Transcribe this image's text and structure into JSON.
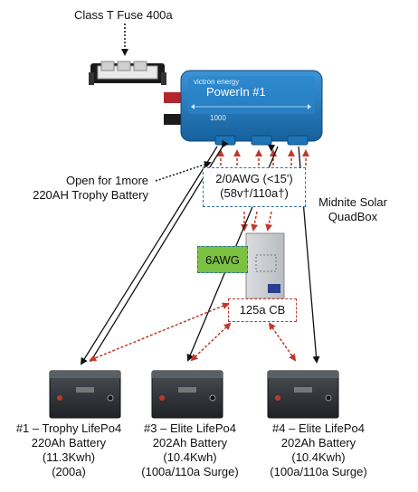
{
  "labels": {
    "fuse": "Class T Fuse 400a",
    "powerin_title": "PowerIn #1",
    "powerin_small": "1000",
    "powerin_brand": "victron energy",
    "open_slot_line1": "Open for 1more",
    "open_slot_line2": "220AH Trophy Battery",
    "cable_line1": "2/0AWG (<15')",
    "cable_line2": "(58v†/110a†)",
    "quadbox_line1": "Midnite Solar",
    "quadbox_line2": "QuadBox",
    "awg6": "6AWG",
    "cb": "125a CB"
  },
  "batteries": [
    {
      "line1": "#1 – Trophy LifePo4",
      "line2": "220Ah Battery",
      "line3": "(11.3Kwh)",
      "line4": "(200a)"
    },
    {
      "line1": "#3 – Elite LifePo4",
      "line2": "202Ah Battery",
      "line3": "(10.4Kwh)",
      "line4": "(100a/110a Surge)"
    },
    {
      "line1": "#4 – Elite LifePo4",
      "line2": "202Ah Battery",
      "line3": "(10.4Kwh)",
      "line4": "(100a/110a Surge)"
    }
  ],
  "colors": {
    "powerin_blue": "#1e74b8",
    "cable_box_border": "#2e6fa8",
    "red_arrow": "#c0392b",
    "green_tag": "#7bc142",
    "battery_dark": "#2b2f33"
  }
}
